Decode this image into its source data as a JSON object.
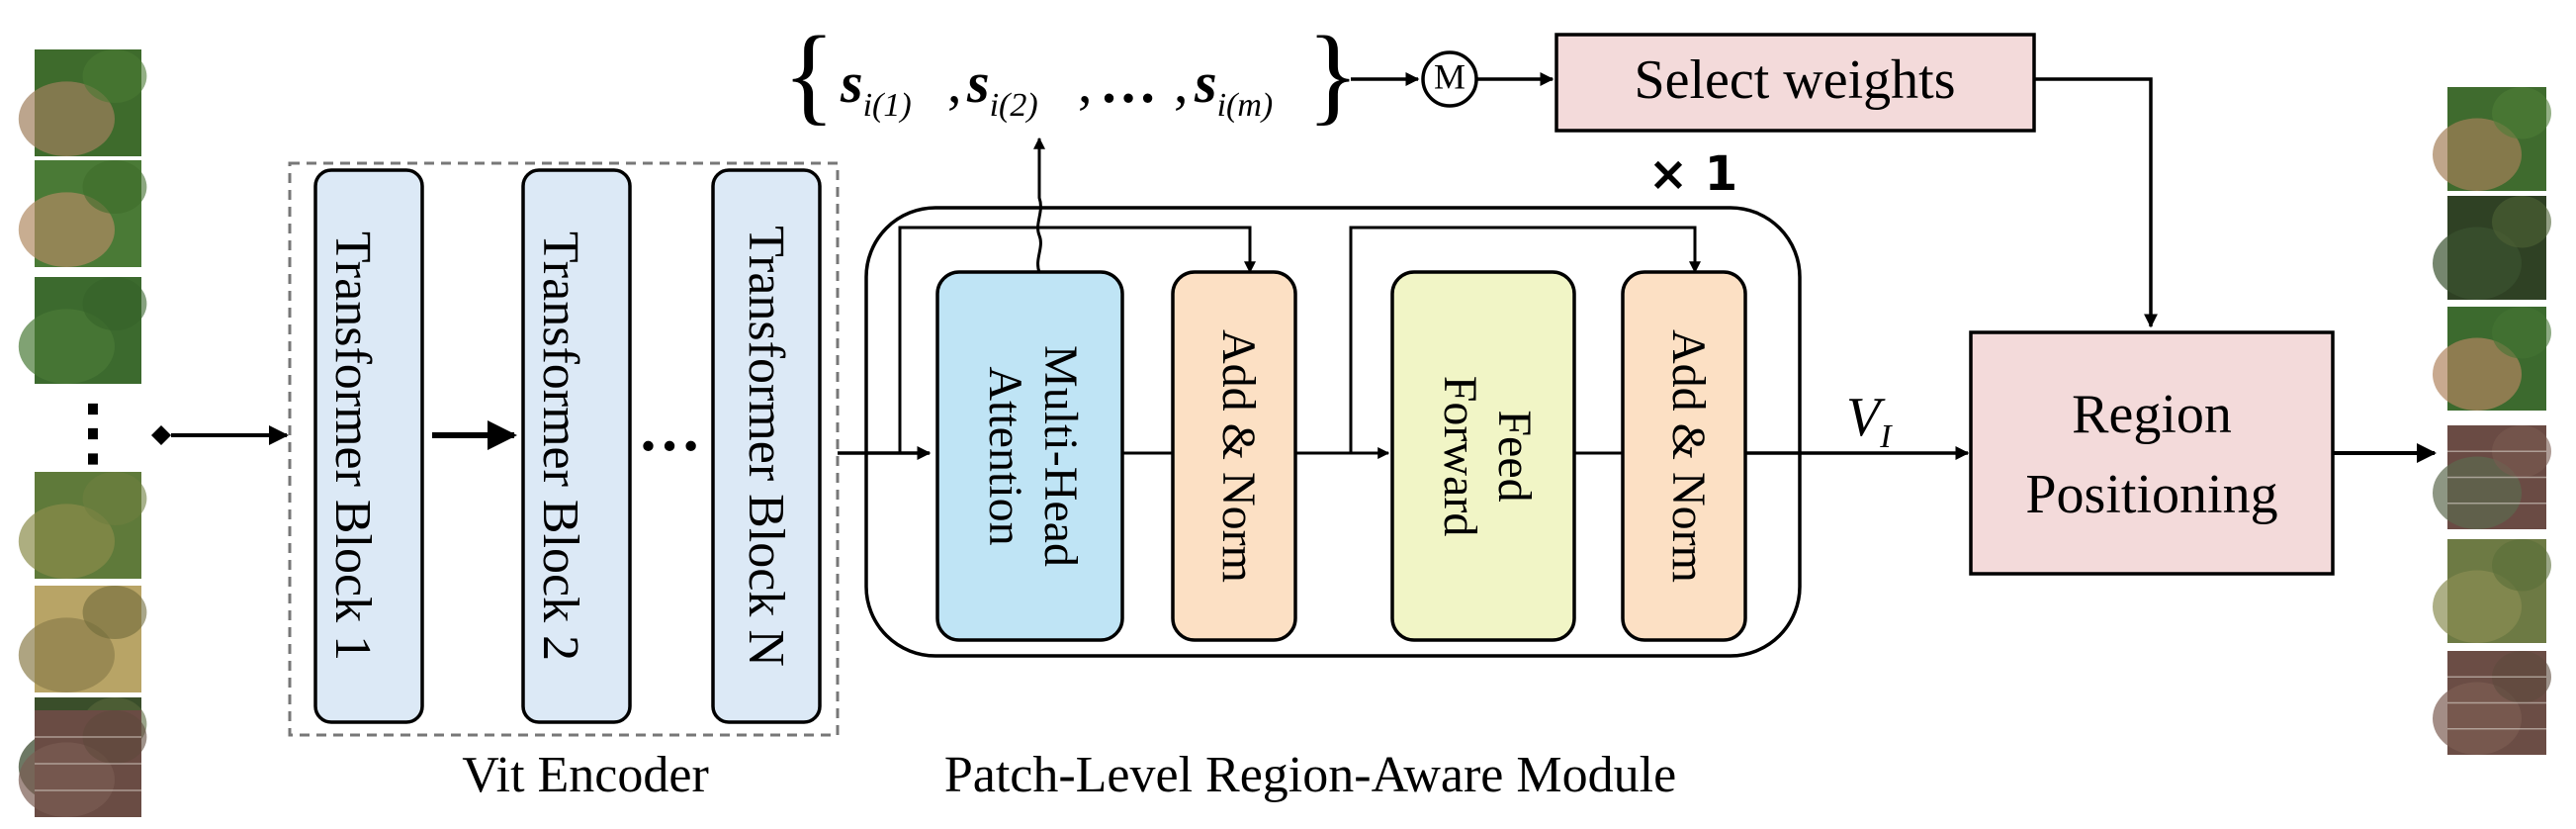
{
  "input_thumbnails": [
    {
      "kind": "baseball field",
      "colors": [
        "#3e6b2c",
        "#a07f5c",
        "#4b7a33"
      ]
    },
    {
      "kind": "baseball field",
      "colors": [
        "#4a7a36",
        "#b08a63",
        "#3f6c2c"
      ]
    },
    {
      "kind": "grass field",
      "colors": [
        "#3c6a2e",
        "#4a7a38",
        "#36622a"
      ]
    },
    {
      "kind": "meadow",
      "colors": [
        "#5f7a3a",
        "#8a8b4a",
        "#6e7f40"
      ]
    },
    {
      "kind": "crop field",
      "colors": [
        "#b8a466",
        "#8c7d4b",
        "#6f6a3a"
      ]
    },
    {
      "kind": "tree canopy",
      "colors": [
        "#3a4e2a",
        "#2f3f22",
        "#58683c"
      ]
    },
    {
      "kind": "tennis court",
      "colors": [
        "#6a4c44",
        "#7a5c52",
        "#5f4a3c"
      ]
    }
  ],
  "output_thumbnails": [
    {
      "kind": "baseball field",
      "colors": [
        "#3f6b2e",
        "#a47f58",
        "#4e7d37"
      ]
    },
    {
      "kind": "tree canopy",
      "colors": [
        "#2f4124",
        "#3a5230",
        "#4e6236"
      ]
    },
    {
      "kind": "baseball field",
      "colors": [
        "#3c6a2e",
        "#b08560",
        "#447533"
      ]
    },
    {
      "kind": "tennis court",
      "colors": [
        "#6a4b44",
        "#5d6a4e",
        "#7a5a50"
      ]
    },
    {
      "kind": "meadow",
      "colors": [
        "#6d7a44",
        "#8a8d52",
        "#5a6e38"
      ]
    },
    {
      "kind": "tennis court",
      "colors": [
        "#6b4d45",
        "#7c5d52",
        "#5e4b3d"
      ]
    }
  ],
  "input_ellipsis": "⋮",
  "encoder": {
    "blocks": [
      "Transformer Block 1",
      "Transformer Block 2",
      "Transformer Block N"
    ],
    "dots": "…",
    "label": "Vit Encoder",
    "fill": "#dce9f6"
  },
  "module": {
    "label": "Patch-Level Region-Aware Module",
    "repeat": "× 1",
    "blocks": [
      {
        "id": "mha",
        "lines": [
          "Multi-Head",
          "Attention"
        ],
        "fill": "#bfe4f5"
      },
      {
        "id": "addnorm1",
        "lines": [
          "Add & Norm"
        ],
        "fill": "#fce0c4"
      },
      {
        "id": "ff",
        "lines": [
          "Feed",
          "Forward"
        ],
        "fill": "#f1f5c6"
      },
      {
        "id": "addnorm2",
        "lines": [
          "Add & Norm"
        ],
        "fill": "#fce0c4"
      }
    ]
  },
  "scores": {
    "open_brace": "{",
    "close_brace": "}",
    "items": [
      {
        "sym": "s",
        "sub": "i(1)"
      },
      {
        "sym": "s",
        "sub": "i(2)"
      },
      {
        "sym": "s",
        "sub": "i(m)"
      }
    ],
    "ellipsis": "…"
  },
  "mask_symbol": "M",
  "select_weights": {
    "label": "Select weights",
    "fill": "#f3dada"
  },
  "region_positioning": {
    "lines": [
      "Region",
      "Positioning"
    ],
    "fill": "#f3dada"
  },
  "v_label": {
    "sym": "V",
    "sub": "I"
  }
}
